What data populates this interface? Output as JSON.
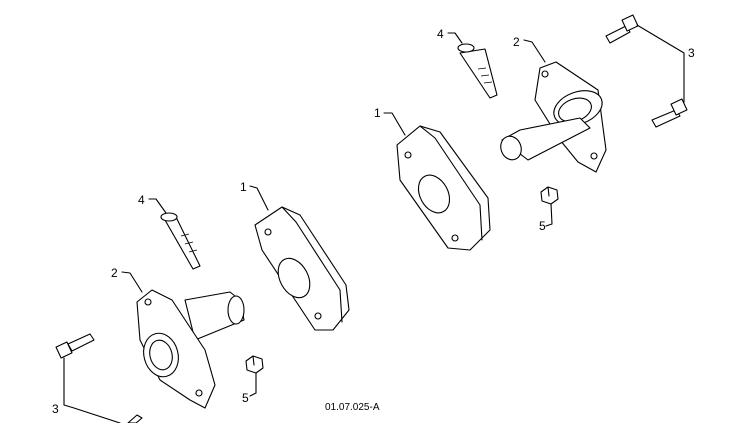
{
  "diagram": {
    "reference_code": "01.07.025-A",
    "callouts": [
      {
        "id": "lbl-1a",
        "text": "1"
      },
      {
        "id": "lbl-1b",
        "text": "1"
      },
      {
        "id": "lbl-2a",
        "text": "2"
      },
      {
        "id": "lbl-2b",
        "text": "2"
      },
      {
        "id": "lbl-3a",
        "text": "3"
      },
      {
        "id": "lbl-3b",
        "text": "3"
      },
      {
        "id": "lbl-4a",
        "text": "4"
      },
      {
        "id": "lbl-4b",
        "text": "4"
      },
      {
        "id": "lbl-5a",
        "text": "5"
      },
      {
        "id": "lbl-5b",
        "text": "5"
      }
    ]
  }
}
